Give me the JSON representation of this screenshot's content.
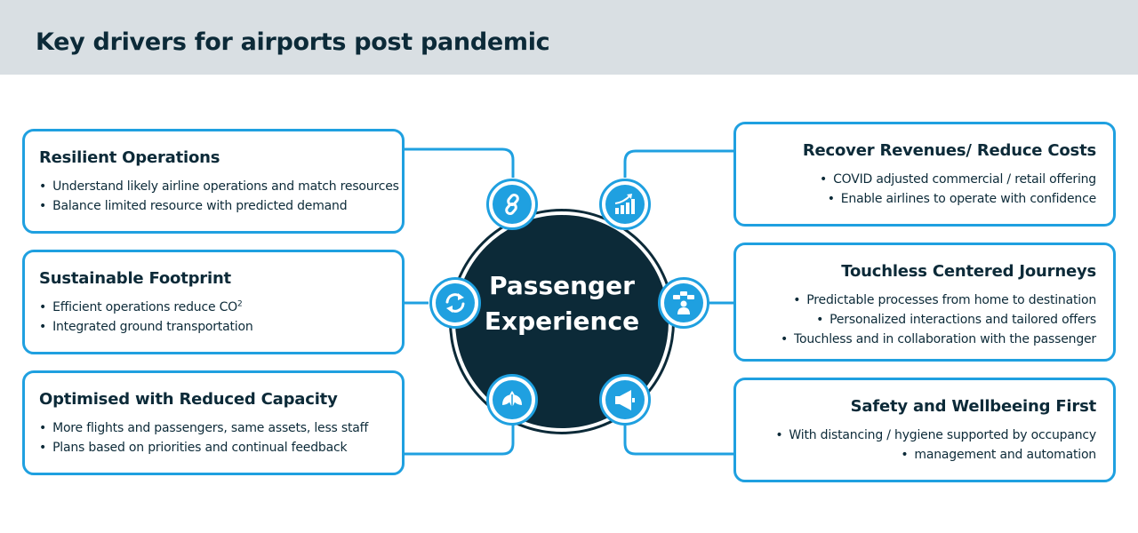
{
  "header": {
    "title": "Key drivers for airports post pandemic"
  },
  "hub": {
    "line1": "Passenger",
    "line2": "Experience"
  },
  "colors": {
    "accent": "#1fa0e0",
    "dark": "#0c2a38",
    "header_bg": "#d9dfe3"
  },
  "icons": [
    "chain-link-icon",
    "growth-chart-icon",
    "recycle-arrows-icon",
    "chat-person-icon",
    "leaves-icon",
    "megaphone-icon"
  ],
  "left_cards": [
    {
      "title": "Resilient Operations",
      "bullets": [
        "Understand likely airline operations and match resources",
        "Balance limited resource with predicted demand"
      ]
    },
    {
      "title": "Sustainable Footprint",
      "bullets": [
        "Efficient operations reduce CO",
        "Integrated ground transportation"
      ],
      "co2_superscript": "2"
    },
    {
      "title": "Optimised with Reduced Capacity",
      "bullets": [
        "More flights and passengers, same assets, less staff",
        "Plans based on priorities and continual feedback"
      ]
    }
  ],
  "right_cards": [
    {
      "title": "Recover Revenues/ Reduce Costs",
      "bullets": [
        "COVID adjusted commercial / retail offering",
        "Enable airlines to operate with confidence"
      ]
    },
    {
      "title": "Touchless Centered Journeys",
      "bullets": [
        "Predictable processes from home to destination",
        "Personalized interactions and tailored offers",
        "Touchless and in collaboration with the passenger"
      ]
    },
    {
      "title": "Safety and Wellbeeing First",
      "bullets": [
        "With distancing / hygiene supported by occupancy",
        "management and automation"
      ]
    }
  ]
}
